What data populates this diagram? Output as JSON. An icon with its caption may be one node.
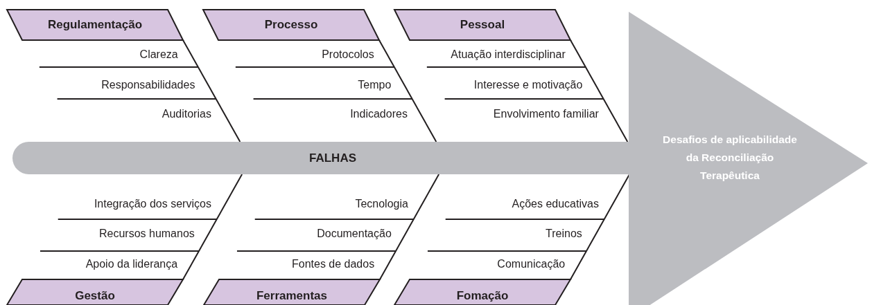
{
  "diagram": {
    "nodes": [
      {
        "text": [
          "Regulamentação"
        ]
      },
      {
        "text": [
          "Processo"
        ]
      },
      {
        "text": [
          "Pessoal"
        ]
      },
      {
        "text": [
          "FALHAS"
        ]
      },
      {
        "text": [
          "Desafios de aplicabilidade da Reconciliação Terapêutica"
        ]
      },
      {
        "text": [
          "Gestão"
        ]
      },
      {
        "text": [
          "Ferramentas"
        ]
      },
      {
        "text": [
          "Fomação"
        ]
      }
    ],
    "edges": [
      {
        "from": 0,
        "to": 3,
        "arrow": "none"
      },
      {
        "from": 1,
        "to": 3,
        "arrow": "none"
      },
      {
        "from": 2,
        "to": 3,
        "arrow": "none"
      },
      {
        "from": 5,
        "to": 3,
        "arrow": "none"
      },
      {
        "from": 6,
        "to": 3,
        "arrow": "none"
      },
      {
        "from": 7,
        "to": 3,
        "arrow": "none"
      }
    ],
    "labels": [
      "Clareza",
      "Responsabilidades",
      "Auditorias",
      "Protocolos",
      "Tempo",
      "Indicadores",
      "Atuação interdisciplinar",
      "Interesse e motivação",
      "Envolvimento familiar",
      "Integração dos serviços",
      "Recursos humanos",
      "Apoio da liderança",
      "Tecnologia",
      "Documentação",
      "Fontes de dados",
      "Ações educativas",
      "Treinos",
      "Comunicação"
    ]
  }
}
